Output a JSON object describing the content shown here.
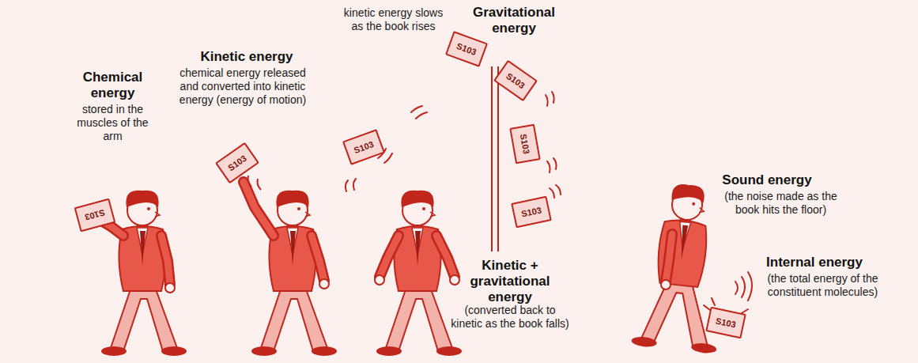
{
  "diagram": {
    "labels": [
      "Chemical energy",
      "stored in the muscles of the arm",
      "S103",
      "Kinetic energy",
      "chemical energy released and converted into kinetic energy (energy of motion)",
      "S103",
      "kinetic energy slows as the book rises",
      "S103",
      "Gravitational energy",
      "S103",
      "S103",
      "S103",
      "S103",
      "Kinetic + gravitational energy",
      "(converted back to kinetic as the book falls)",
      "Sound energy",
      "(the noise made as the book hits the floor)",
      "Internal energy",
      "(the total energy of the constituent molecules)",
      "S103"
    ]
  }
}
